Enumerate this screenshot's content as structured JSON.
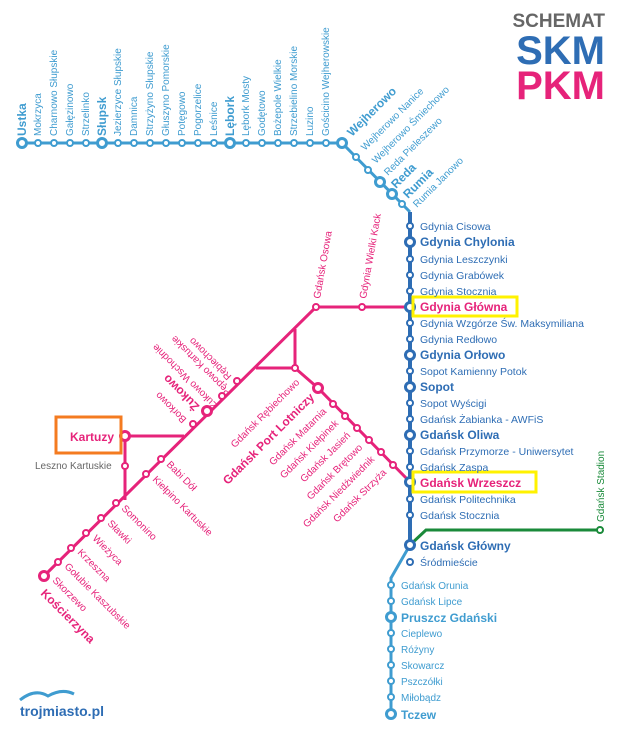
{
  "header": {
    "schemat": "SCHEMAT",
    "skm": "SKM",
    "pkm": "PKM"
  },
  "colors": {
    "skm_dark": "#2e6db4",
    "skm_light": "#3f9cd0",
    "pkm": "#e6237a",
    "green": "#1a8a3a",
    "highlight": "#fff200",
    "kartuzy_box": "#f47b20"
  },
  "logo": {
    "text": "trojmiasto.pl"
  },
  "stations": {
    "ustka": "Ustka",
    "mokrzyca": "Mokrzyca",
    "charnowo": "Charnowo Słupskie",
    "galezinowo": "Gałęzinowo",
    "strzelinko": "Strzelinko",
    "slupsk": "Słupsk",
    "jezierzyce": "Jezierzyce Słupskie",
    "damnica": "Damnica",
    "strzyzyno": "Strzyżyno Słupskie",
    "gluszyno": "Głuszyno Pomorskie",
    "potegowo": "Potęgowo",
    "pogorzelice": "Pogorzelice",
    "lesnice": "Leśnice",
    "lebork": "Lębork",
    "lebork_mosty": "Lębork Mosty",
    "godetowo": "Godętowo",
    "bozepole": "Bożepole Wielkie",
    "strzebielino": "Strzebielino Morskie",
    "luzino": "Luzino",
    "goscicino": "Gościcino Wejherowskie",
    "wejherowo": "Wejherowo",
    "wejherowo_nanice": "Wejherowo Nanice",
    "wejherowo_smiechowo": "Wejherowo Śmiechowo",
    "reda_pielaszkowo": "Reda Pieleszewo",
    "reda": "Reda",
    "rumia": "Rumia",
    "rumia_janowo": "Rumia Janowo",
    "gdynia_cisowa": "Gdynia Cisowa",
    "gdynia_chylonia": "Gdynia Chylonia",
    "gdynia_leszczynki": "Gdynia Leszczynki",
    "gdynia_grabowek": "Gdynia Grabówek",
    "gdynia_stocznia": "Gdynia Stocznia",
    "gdynia_glowna": "Gdynia Główna",
    "gdynia_wzgorze": "Gdynia Wzgórze Św. Maksymiliana",
    "gdynia_redlowo": "Gdynia Redłowo",
    "gdynia_orlowo": "Gdynia Orłowo",
    "sopot_kamienny": "Sopot Kamienny Potok",
    "sopot": "Sopot",
    "sopot_wyscigi": "Sopot Wyścigi",
    "gdansk_zabianka": "Gdańsk Żabianka - AWFiS",
    "gdansk_oliwa": "Gdańsk Oliwa",
    "gdansk_przymorze": "Gdańsk Przymorze - Uniwersytet",
    "gdansk_zaspa": "Gdańsk Zaspa",
    "gdansk_wrzeszcz": "Gdańsk Wrzeszcz",
    "gdansk_politechnika": "Gdańsk Politechnika",
    "gdansk_stocznia": "Gdańsk Stocznia",
    "gdansk_glowny": "Gdańsk Główny",
    "srodmiescie": "Śródmieście",
    "gdansk_stadion": "Gdańsk Stadion",
    "gdansk_orunia": "Gdańsk Orunia",
    "gdansk_lipce": "Gdańsk Lipce",
    "pruszcz": "Pruszcz Gdański",
    "cieplewo": "Cieplewo",
    "rozyny": "Różyny",
    "skowarcz": "Skowarcz",
    "pszczolki": "Pszczółki",
    "milobadz": "Miłobądz",
    "tczew": "Tczew",
    "gdansk_osowa": "Gdańsk Osowa",
    "gdynia_wielki_kack": "Gdynia Wielki Kack",
    "rebiechowo": "Rębiechowo",
    "pepowo": "Pępowo Kartuskie",
    "zukowo_wsch": "Żukowo Wschodnie",
    "zukowo": "Żukowo",
    "borkowo": "Borkowo",
    "kartuzy": "Kartuzy",
    "leszno": "Leszno Kartuskie",
    "babi_dol": "Babi Dół",
    "klepino": "Kiełpino Kartuskie",
    "somonino": "Somonino",
    "slawki": "Sławki",
    "wiezyca": "Wieżyca",
    "krzeszna": "Krzeszna",
    "golubie": "Gołubie Kaszubskie",
    "skorzewo": "Skorzewo",
    "koscierzyna": "Kościerzyna",
    "gdansk_rebiechowo": "Gdańsk Rębiechowo",
    "gdansk_port_lotniczy": "Gdańsk Port Lotniczy",
    "gdansk_matarnia": "Gdańsk Matarnia",
    "gdansk_kielpinek": "Gdańsk Kiełpinek",
    "gdansk_jasien": "Gdańsk Jasień",
    "gdansk_bretowo": "Gdańsk Brętowo",
    "gdansk_niedzwiednik": "Gdańsk Niedźwiednik",
    "gdansk_strzyza": "Gdańsk Strzyża"
  }
}
